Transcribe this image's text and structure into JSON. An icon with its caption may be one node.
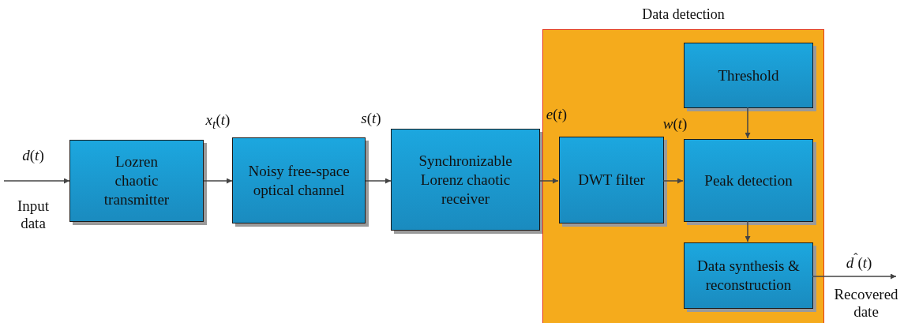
{
  "diagram": {
    "nodes": [
      {
        "text": [
          "Lozren chaotic transmitter"
        ]
      },
      {
        "text": [
          "Noisy free-space optical channel"
        ]
      },
      {
        "text": [
          "Synchronizable Lorenz chaotic receiver"
        ]
      },
      {
        "text": [
          "Data detection"
        ]
      },
      {
        "text": [
          "Threshold"
        ],
        "in": 3
      },
      {
        "text": [
          "DWT filter"
        ],
        "in": 3
      },
      {
        "text": [
          "Peak detection"
        ],
        "in": 3
      },
      {
        "text": [
          "Data synthesis & reconstruction"
        ],
        "in": 3
      },
      {
        "text": [
          "Recovered date"
        ]
      }
    ],
    "edges": [
      {
        "from": null,
        "to": 0,
        "arrow": "to",
        "label": "*d*(*t*)"
      },
      {
        "from": 0,
        "to": 1,
        "arrow": "to",
        "label": "*x*$_{t}$(*t*)"
      },
      {
        "from": 1,
        "to": 2,
        "arrow": "to",
        "label": "*s*(*t*)"
      },
      {
        "from": 2,
        "to": 5,
        "arrow": "to",
        "label": "*e*(*t*)"
      },
      {
        "from": 5,
        "to": 6,
        "arrow": "to",
        "label": "*w*(*t*)"
      },
      {
        "from": 4,
        "to": 6,
        "arrow": "to"
      },
      {
        "from": 6,
        "to": 7,
        "arrow": "to"
      },
      {
        "from": 7,
        "to": 8,
        "arrow": "to",
        "label": "*d*$^{ˆ}$(*t*)"
      }
    ],
    "labels": [
      "Input data"
    ]
  }
}
